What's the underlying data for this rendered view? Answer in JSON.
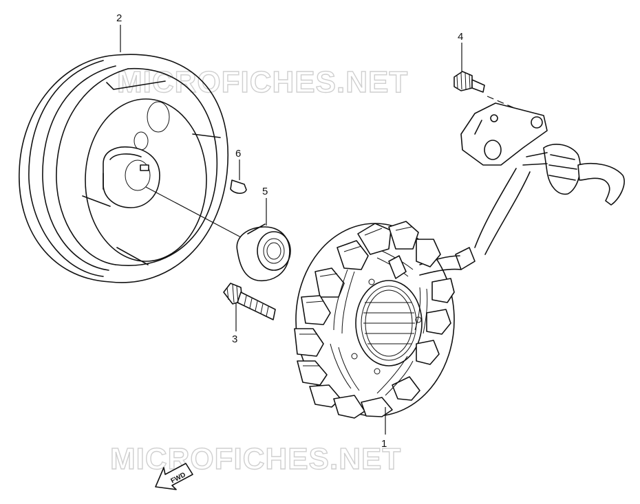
{
  "watermark": {
    "text": "MICROFICHES.NET"
  },
  "fwd_label": "FWD",
  "callouts": [
    {
      "id": "stator",
      "label": "1"
    },
    {
      "id": "rotor",
      "label": "2"
    },
    {
      "id": "rotor-bolt",
      "label": "3"
    },
    {
      "id": "sensor-screw",
      "label": "4"
    },
    {
      "id": "rotor-nut",
      "label": "5"
    },
    {
      "id": "woodruff-key",
      "label": "6"
    }
  ]
}
